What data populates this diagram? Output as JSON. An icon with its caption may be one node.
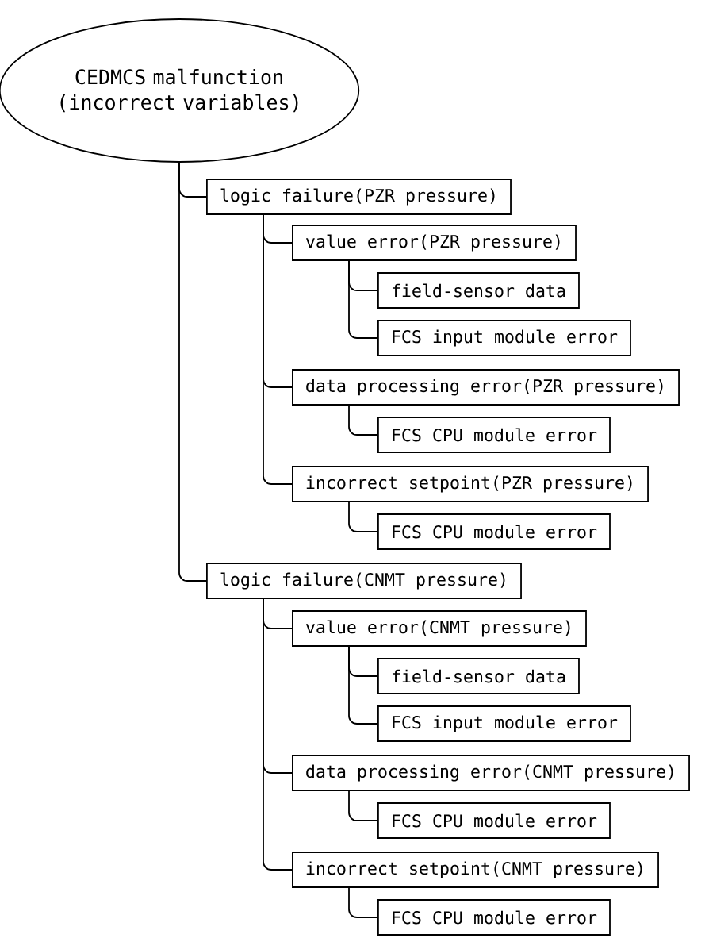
{
  "diagram": {
    "nodes": [
      {
        "text": [
          "CEDMCS malfunction (incorrect variables)"
        ]
      },
      {
        "text": [
          "logic failure(PZR pressure)"
        ]
      },
      {
        "text": [
          "value error(PZR pressure)"
        ]
      },
      {
        "text": [
          "field-sensor data"
        ]
      },
      {
        "text": [
          "FCS input module error"
        ]
      },
      {
        "text": [
          "data processing error(PZR pressure)"
        ]
      },
      {
        "text": [
          "FCS CPU module error"
        ]
      },
      {
        "text": [
          "incorrect setpoint(PZR pressure)"
        ]
      },
      {
        "text": [
          "FCS CPU module error"
        ]
      },
      {
        "text": [
          "logic failure(CNMT pressure)"
        ]
      },
      {
        "text": [
          "value error(CNMT pressure)"
        ]
      },
      {
        "text": [
          "field-sensor data"
        ]
      },
      {
        "text": [
          "FCS input module error"
        ]
      },
      {
        "text": [
          "data processing error(CNMT pressure)"
        ]
      },
      {
        "text": [
          "FCS CPU module error"
        ]
      },
      {
        "text": [
          "incorrect setpoint(CNMT pressure)"
        ]
      },
      {
        "text": [
          "FCS CPU module error"
        ]
      }
    ],
    "edges": [
      {
        "from": 0,
        "to": 1,
        "arrow": "none"
      },
      {
        "from": 0,
        "to": 9,
        "arrow": "none"
      },
      {
        "from": 1,
        "to": 2,
        "arrow": "none"
      },
      {
        "from": 1,
        "to": 5,
        "arrow": "none"
      },
      {
        "from": 1,
        "to": 7,
        "arrow": "none"
      },
      {
        "from": 2,
        "to": 3,
        "arrow": "none"
      },
      {
        "from": 2,
        "to": 4,
        "arrow": "none"
      },
      {
        "from": 5,
        "to": 6,
        "arrow": "none"
      },
      {
        "from": 7,
        "to": 8,
        "arrow": "none"
      },
      {
        "from": 9,
        "to": 10,
        "arrow": "none"
      },
      {
        "from": 9,
        "to": 13,
        "arrow": "none"
      },
      {
        "from": 9,
        "to": 15,
        "arrow": "none"
      },
      {
        "from": 10,
        "to": 11,
        "arrow": "none"
      },
      {
        "from": 10,
        "to": 12,
        "arrow": "none"
      },
      {
        "from": 13,
        "to": 14,
        "arrow": "none"
      },
      {
        "from": 15,
        "to": 16,
        "arrow": "none"
      }
    ]
  }
}
